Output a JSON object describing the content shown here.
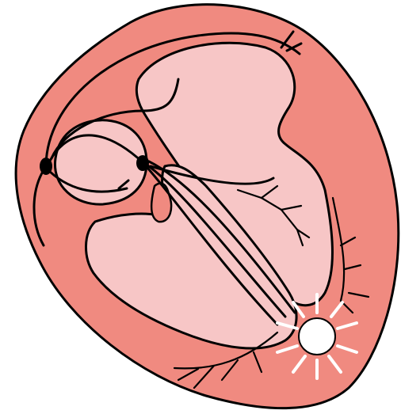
{
  "diagram": {
    "subject": "heart-cross-section-conduction-system",
    "colors": {
      "myocardium": "#f08a80",
      "chamber": "#f7c6c6",
      "outline": "#000000",
      "pathway": "#000000",
      "impulse": "#ffffff"
    },
    "nodes": [
      "sinoatrial-node",
      "atrioventricular-node"
    ],
    "chambers": [
      "right-atrium",
      "left-atrium",
      "right-ventricle",
      "left-ventricle"
    ],
    "pathways": [
      "internodal-pathways",
      "bundle-of-his",
      "bundle-branches",
      "purkinje-fibers"
    ],
    "highlight": "impulse-flash-at-apex"
  }
}
